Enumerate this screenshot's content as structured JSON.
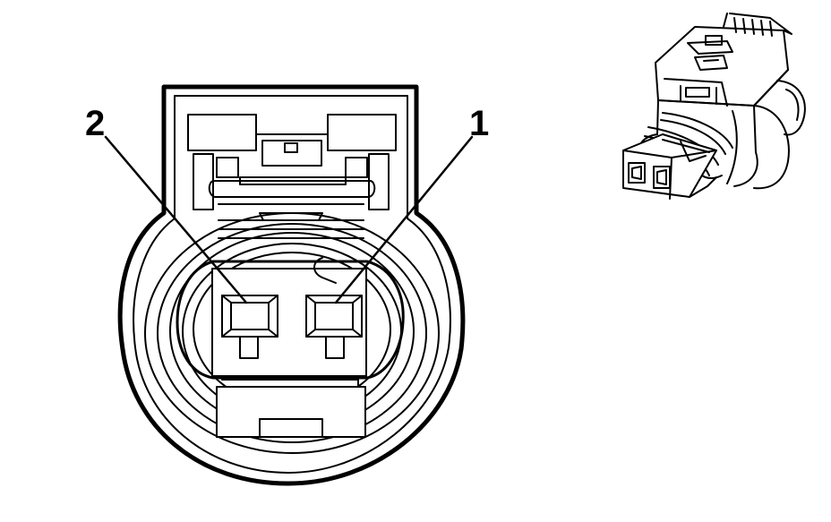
{
  "diagram": {
    "callouts": [
      {
        "id": "pin-1",
        "label": "1"
      },
      {
        "id": "pin-2",
        "label": "2"
      }
    ],
    "colors": {
      "line": "#000000",
      "background": "#ffffff"
    }
  }
}
